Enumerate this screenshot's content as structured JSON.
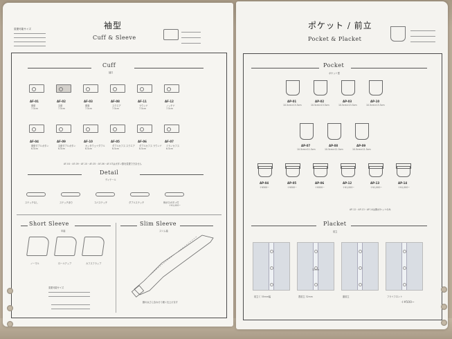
{
  "left": {
    "title_jp": "袖型",
    "title_en": "Cuff & Sleeve",
    "note_head": "変更可能サイズ",
    "cuff": {
      "heading": "Cuff",
      "sub": "袖口",
      "row1": [
        {
          "code": "AF-01",
          "sub": "角型",
          "size": "7.5cm"
        },
        {
          "code": "AF-02",
          "sub": "丸型",
          "size": "7.5cm"
        },
        {
          "code": "AF-03",
          "sub": "角落",
          "size": "7.5cm"
        },
        {
          "code": "AF-08",
          "sub": "スクエア",
          "size": "7.5cm"
        },
        {
          "code": "AF-11",
          "sub": "ラウンド",
          "size": "7.5cm"
        },
        {
          "code": "AF-12",
          "sub": "ノッチド",
          "size": "7.5cm"
        }
      ],
      "row2": [
        {
          "code": "AF-04",
          "sub": "角型ダブルボタン",
          "size": "6.5cm"
        },
        {
          "code": "AF-09",
          "sub": "丸型ダブルボタン",
          "size": "6.5cm"
        },
        {
          "code": "AF-10",
          "sub": "カッタウェイダブル",
          "size": "6.5cm"
        },
        {
          "code": "AF-05",
          "sub": "ダブルカフス スクエア",
          "size": "6.5cm"
        },
        {
          "code": "AF-06",
          "sub": "ダブルカフス ラウンド",
          "size": "6.5cm"
        },
        {
          "code": "AF-07",
          "sub": "ミラノカフス",
          "size": "6.5cm"
        }
      ],
      "note": "AF-04・AF-09・AF-10・AF-05・AF-06・AF-07はボタン数を変更できません"
    },
    "detail": {
      "heading": "Detail",
      "sub": "ディテール",
      "items": [
        {
          "label": "ステッチなし"
        },
        {
          "label": "ステッチあり"
        },
        {
          "label": "コバステッチ"
        },
        {
          "label": "ダブルステッチ"
        },
        {
          "label": "剣ボロボタン付"
        }
      ],
      "price": "＋¥1,000~"
    },
    "short_sleeve": {
      "heading": "Short Sleeve",
      "sub": "半袖",
      "items": [
        "ノーマル",
        "ロールアップ",
        "カフスフラップ"
      ],
      "note": "変更可能サイズ"
    },
    "slim_sleeve": {
      "heading": "Slim Sleeve",
      "sub": "スリム袖",
      "note": "腕の太さに合わせて細く仕上げます"
    }
  },
  "right": {
    "title_jp": "ポケット / 前立",
    "title_en": "Pocket & Placket",
    "pocket": {
      "heading": "Pocket",
      "sub": "ポケット型",
      "row1": [
        {
          "code": "AP-01",
          "size": "10.5cm×13.5cm"
        },
        {
          "code": "AP-02",
          "size": "10.5cm×13.5cm"
        },
        {
          "code": "AP-03",
          "size": "10.5cm×13.5cm"
        },
        {
          "code": "AP-10",
          "size": "10.5cm×13.5cm"
        }
      ],
      "row2": [
        {
          "code": "AP-07",
          "size": "10.5cm×11.5cm"
        },
        {
          "code": "AP-08",
          "size": "10.5cm×11.5cm"
        },
        {
          "code": "AP-09",
          "size": "10.5cm×11.5cm"
        }
      ],
      "row3": [
        {
          "code": "AP-04",
          "price": "＋¥500~"
        },
        {
          "code": "AP-05",
          "price": "＋¥500~"
        },
        {
          "code": "AP-06",
          "price": "＋¥500~"
        },
        {
          "code": "AP-12",
          "price": "＋¥1,000~"
        },
        {
          "code": "AP-13",
          "price": "＋¥1,000~"
        },
        {
          "code": "AP-14",
          "price": "＋¥1,000~"
        }
      ],
      "note": "AP-12・AP-13・AP-14は胸ポケットのみ"
    },
    "placket": {
      "heading": "Placket",
      "sub": "前立",
      "items": [
        {
          "label": "前立て 35mm幅"
        },
        {
          "label": "表前立 32mm"
        },
        {
          "label": "裏前立"
        },
        {
          "label": "フライフロント"
        }
      ],
      "measure": "32mm",
      "price": "＋¥500~"
    }
  }
}
